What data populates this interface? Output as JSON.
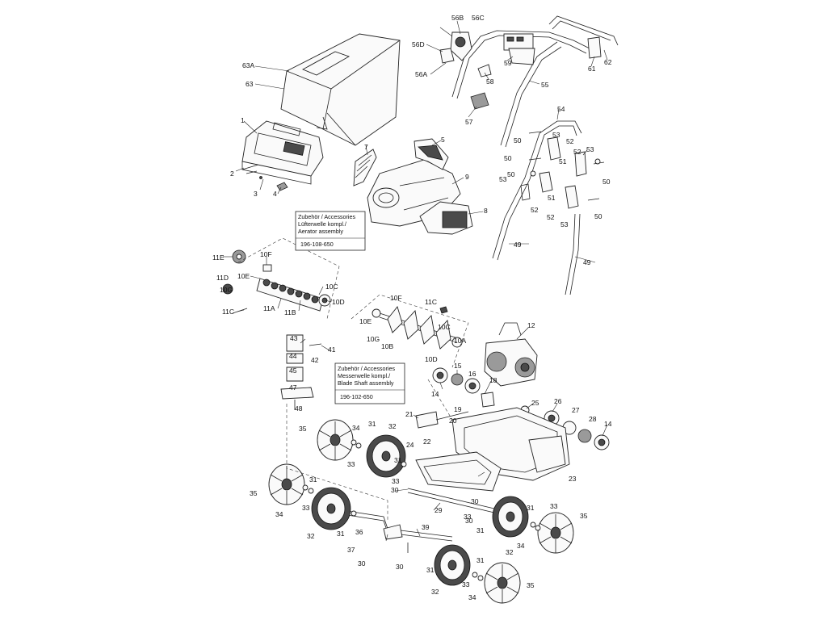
{
  "callouts": [
    {
      "id": "56B"
    },
    {
      "id": "56C"
    },
    {
      "id": "56D"
    },
    {
      "id": "56A"
    },
    {
      "id": "58"
    },
    {
      "id": "59"
    },
    {
      "id": "61"
    },
    {
      "id": "62"
    },
    {
      "id": "55"
    },
    {
      "id": "57"
    },
    {
      "id": "63A"
    },
    {
      "id": "63"
    },
    {
      "id": "1"
    },
    {
      "id": "2"
    },
    {
      "id": "3"
    },
    {
      "id": "4"
    },
    {
      "id": "7"
    },
    {
      "id": "5"
    },
    {
      "id": "9"
    },
    {
      "id": "8"
    },
    {
      "id": "54"
    },
    {
      "id": "50"
    },
    {
      "id": "53"
    },
    {
      "id": "52"
    },
    {
      "id": "51"
    },
    {
      "id": "49"
    },
    {
      "id": "11E"
    },
    {
      "id": "10F"
    },
    {
      "id": "10E"
    },
    {
      "id": "11D"
    },
    {
      "id": "10G"
    },
    {
      "id": "10C"
    },
    {
      "id": "10D"
    },
    {
      "id": "11A"
    },
    {
      "id": "11B"
    },
    {
      "id": "11C"
    },
    {
      "id": "12"
    },
    {
      "id": "10A"
    },
    {
      "id": "10B"
    },
    {
      "id": "43"
    },
    {
      "id": "41"
    },
    {
      "id": "42"
    },
    {
      "id": "44"
    },
    {
      "id": "45"
    },
    {
      "id": "47"
    },
    {
      "id": "48"
    },
    {
      "id": "14"
    },
    {
      "id": "15"
    },
    {
      "id": "16"
    },
    {
      "id": "18"
    },
    {
      "id": "25"
    },
    {
      "id": "26"
    },
    {
      "id": "27"
    },
    {
      "id": "28"
    },
    {
      "id": "21"
    },
    {
      "id": "19"
    },
    {
      "id": "20"
    },
    {
      "id": "22"
    },
    {
      "id": "24"
    },
    {
      "id": "23"
    },
    {
      "id": "35"
    },
    {
      "id": "34"
    },
    {
      "id": "31"
    },
    {
      "id": "32"
    },
    {
      "id": "33"
    },
    {
      "id": "30"
    },
    {
      "id": "29"
    },
    {
      "id": "36"
    },
    {
      "id": "37"
    },
    {
      "id": "39"
    }
  ],
  "accessory_boxes": [
    {
      "line1": "Zubehör / Accessories",
      "line2": "Lüfterwelle kompl./",
      "line3": "Aerator assembly",
      "code": "196-108-650"
    },
    {
      "line1": "Zubehör / Accessories",
      "line2": "Messerwelle kompl./",
      "line3": "Blade Shaft assembly",
      "code": "196-102-650"
    }
  ],
  "colors": {
    "ink": "#222222",
    "fill": "#fafafa",
    "dark": "#4a4a4a"
  }
}
